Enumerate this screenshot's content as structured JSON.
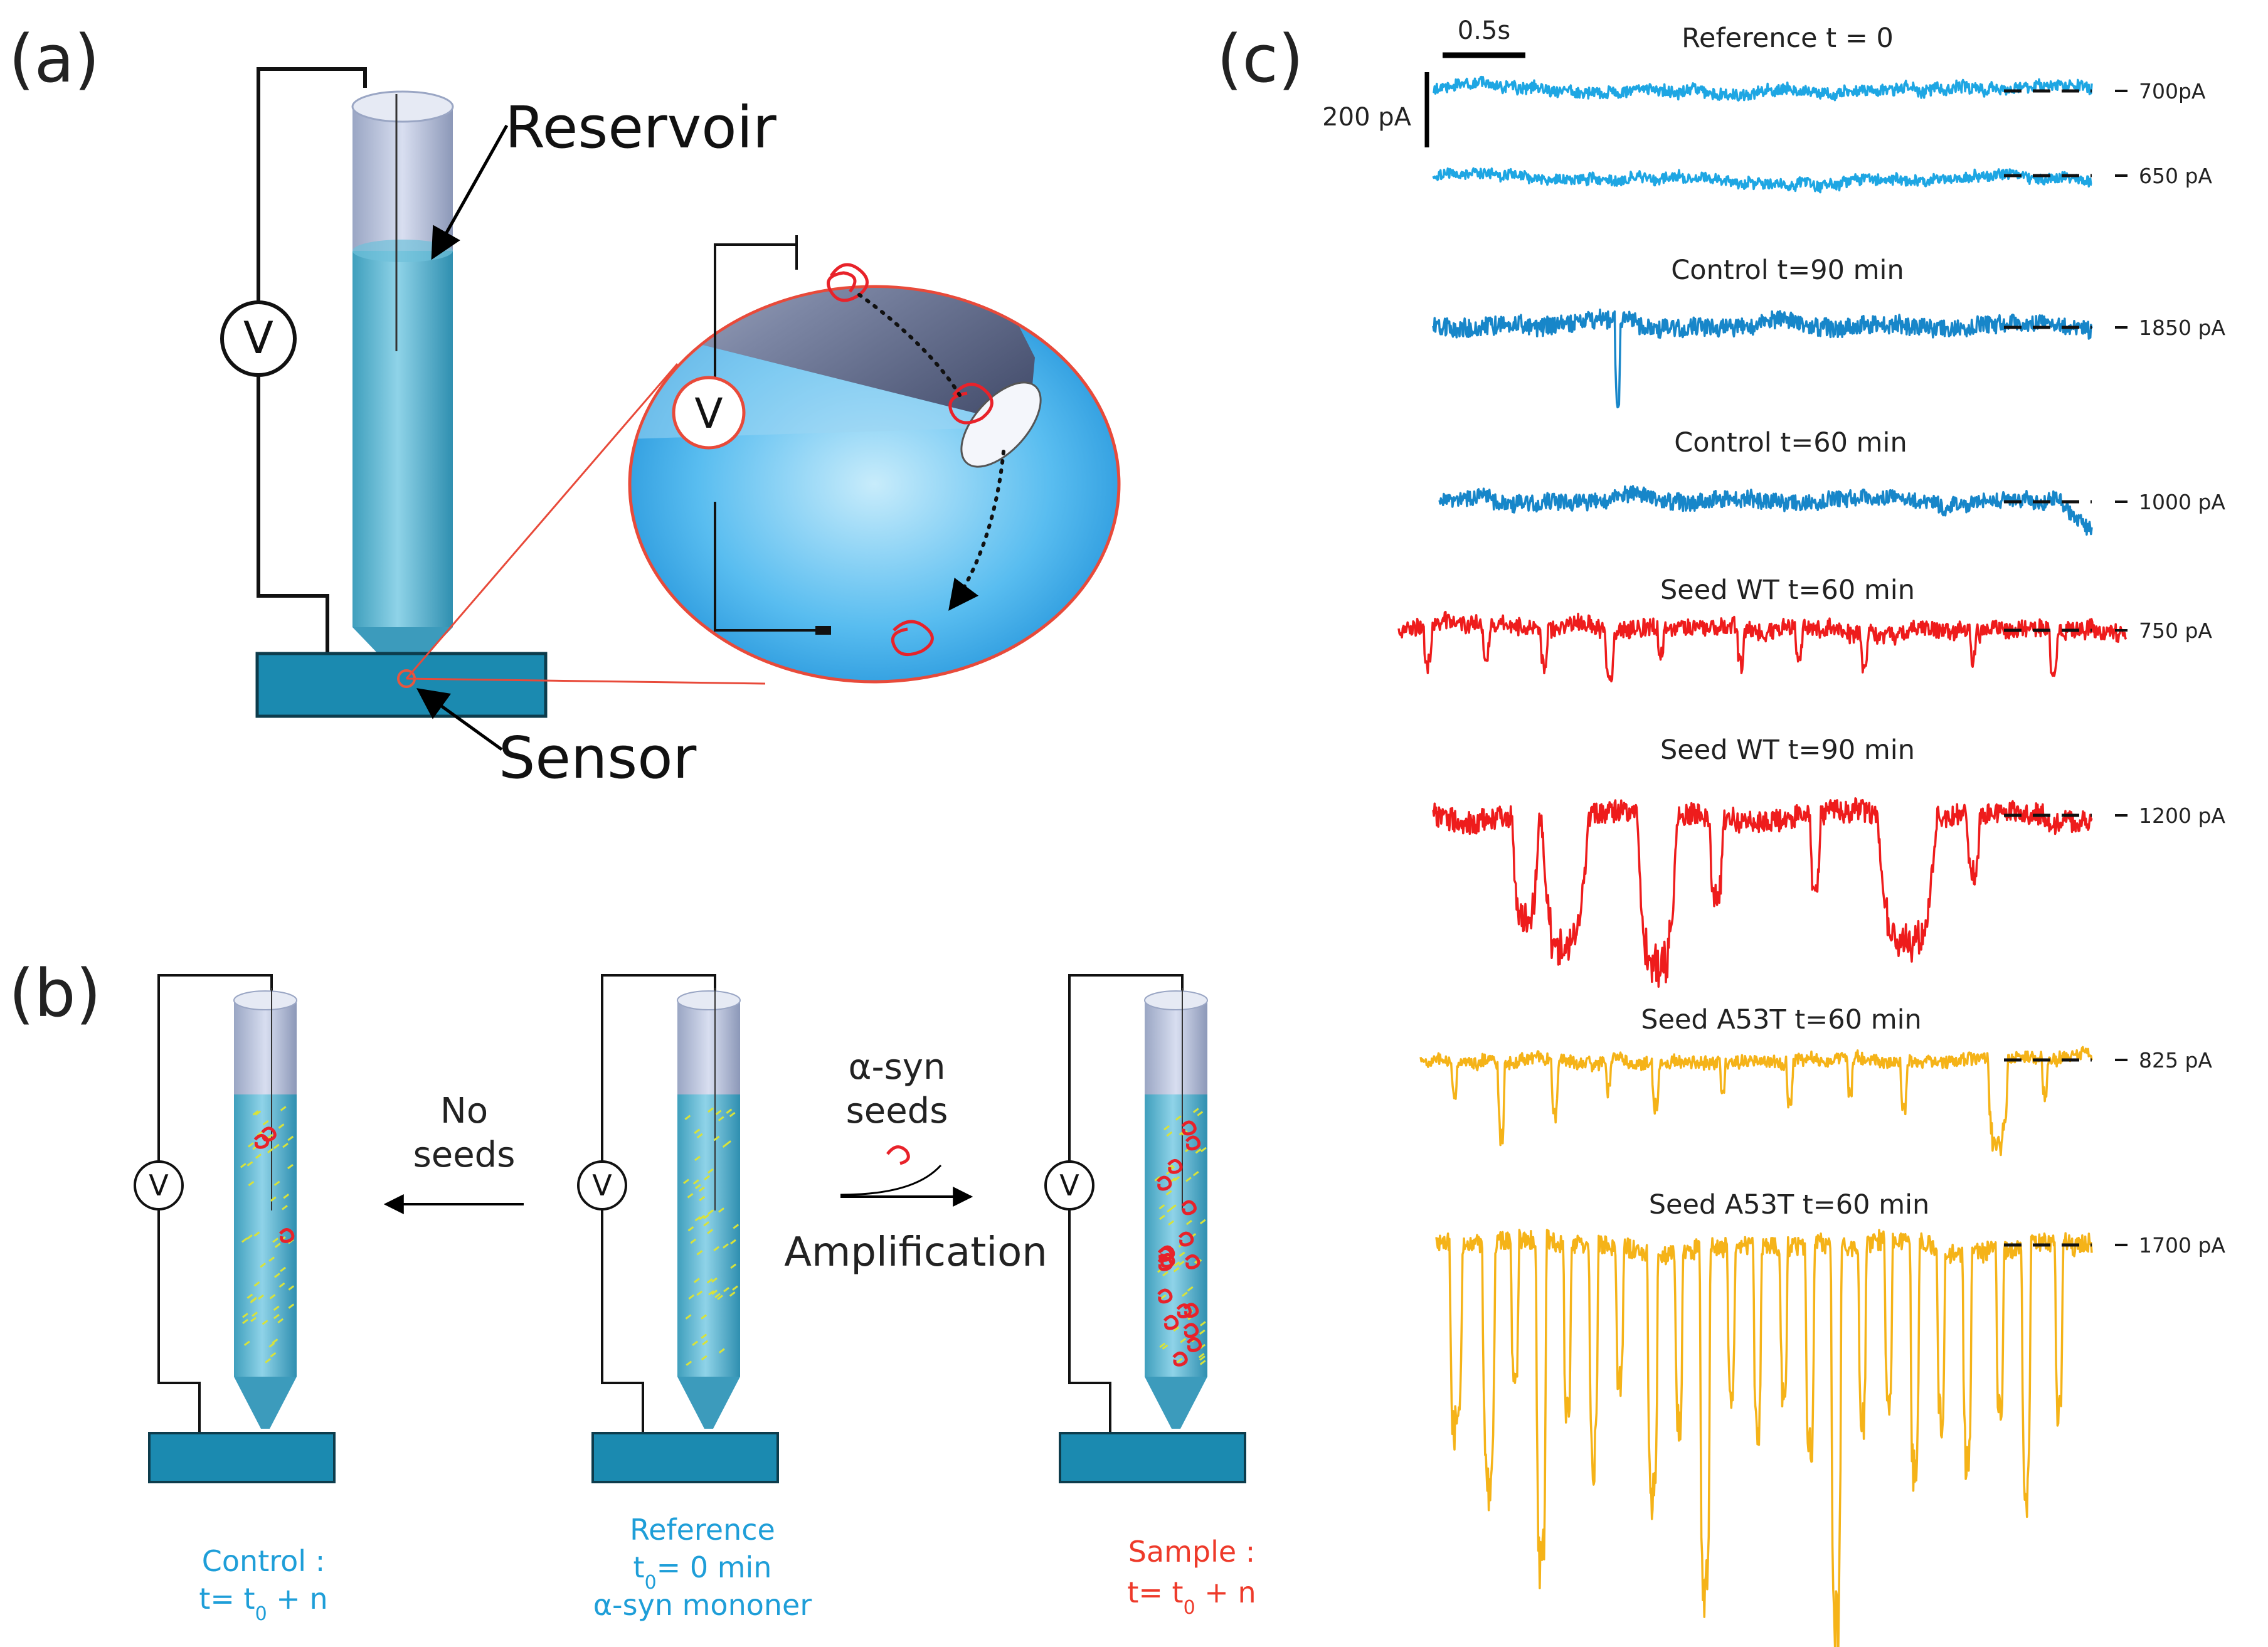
{
  "panels": {
    "a": "(a)",
    "b": "(b)",
    "c": "(c)"
  },
  "panel_a": {
    "reservoir_label": "Reservoir",
    "sensor_label": "Sensor",
    "voltmeter_symbol": "V",
    "zoom_voltmeter_symbol": "V"
  },
  "panel_b": {
    "arrow_left_text_1": "No",
    "arrow_left_text_2": "seeds",
    "arrow_right_text_1": "α-syn",
    "arrow_right_text_2": "seeds",
    "amplification": "Amplification",
    "voltmeter_symbol": "V",
    "control_caption_1": "Control :",
    "control_caption_2": "t= t",
    "control_caption_sub": "0",
    "control_caption_3": " + n",
    "reference_caption_1": "Reference",
    "reference_caption_2": "t",
    "reference_caption_sub": "0",
    "reference_caption_3": "= 0 min",
    "reference_caption_4": "α-syn mononer",
    "sample_caption_1": "Sample :",
    "sample_caption_2": "t= t",
    "sample_caption_sub": "0",
    "sample_caption_3": " + n"
  },
  "panel_c": {
    "time_scale": "0.5s",
    "current_scale": "200 pA",
    "colors": {
      "reference": "#1ea6e3",
      "control": "#1786c9",
      "wt": "#ee1c1c",
      "a53t": "#f5b318"
    },
    "traces": [
      {
        "title": "Reference t = 0",
        "level": "700pA",
        "color": "reference",
        "noise": 9,
        "events": []
      },
      {
        "title": "",
        "level": "650 pA",
        "color": "reference",
        "noise": 8,
        "events": []
      },
      {
        "title": "Control t=90 min",
        "level": "1850 pA",
        "color": "control",
        "noise": 14,
        "events": [
          {
            "t": 0.28,
            "depth": 160,
            "width": 0.004
          }
        ]
      },
      {
        "title": "Control t=60 min",
        "level": "1000 pA",
        "color": "control",
        "noise": 13,
        "events": []
      },
      {
        "title": "Seed WT t=60 min",
        "level": "750 pA",
        "color": "wt",
        "noise": 14,
        "events": [
          {
            "t": 0.04,
            "depth": 70,
            "width": 0.006
          },
          {
            "t": 0.12,
            "depth": 55,
            "width": 0.005
          },
          {
            "t": 0.2,
            "depth": 65,
            "width": 0.005
          },
          {
            "t": 0.29,
            "depth": 80,
            "width": 0.006
          },
          {
            "t": 0.36,
            "depth": 50,
            "width": 0.004
          },
          {
            "t": 0.47,
            "depth": 60,
            "width": 0.005
          },
          {
            "t": 0.55,
            "depth": 55,
            "width": 0.005
          },
          {
            "t": 0.64,
            "depth": 60,
            "width": 0.005
          },
          {
            "t": 0.79,
            "depth": 50,
            "width": 0.004
          },
          {
            "t": 0.9,
            "depth": 80,
            "width": 0.006
          }
        ]
      },
      {
        "title": "Seed WT t=90 min",
        "level": "1200 pA",
        "color": "wt",
        "noise": 18,
        "events": [
          {
            "t": 0.14,
            "depth": 180,
            "width": 0.02
          },
          {
            "t": 0.2,
            "depth": 230,
            "width": 0.035
          },
          {
            "t": 0.34,
            "depth": 260,
            "width": 0.03
          },
          {
            "t": 0.43,
            "depth": 140,
            "width": 0.01
          },
          {
            "t": 0.58,
            "depth": 120,
            "width": 0.008
          },
          {
            "t": 0.72,
            "depth": 230,
            "width": 0.045
          },
          {
            "t": 0.82,
            "depth": 110,
            "width": 0.01
          }
        ]
      },
      {
        "title": "Seed A53T t=60 min",
        "level": "825 pA",
        "color": "a53t",
        "noise": 10,
        "events": [
          {
            "t": 0.05,
            "depth": 60,
            "width": 0.004
          },
          {
            "t": 0.12,
            "depth": 120,
            "width": 0.005
          },
          {
            "t": 0.2,
            "depth": 90,
            "width": 0.005
          },
          {
            "t": 0.28,
            "depth": 60,
            "width": 0.004
          },
          {
            "t": 0.35,
            "depth": 80,
            "width": 0.005
          },
          {
            "t": 0.45,
            "depth": 55,
            "width": 0.004
          },
          {
            "t": 0.55,
            "depth": 70,
            "width": 0.005
          },
          {
            "t": 0.64,
            "depth": 60,
            "width": 0.004
          },
          {
            "t": 0.72,
            "depth": 90,
            "width": 0.005
          },
          {
            "t": 0.86,
            "depth": 150,
            "width": 0.015
          },
          {
            "t": 0.93,
            "depth": 60,
            "width": 0.004
          }
        ]
      },
      {
        "title": "Seed A53T t=60 min",
        "level": "1700 pA",
        "color": "a53t",
        "noise": 16,
        "events": [
          {
            "t": 0.03,
            "depth": 320,
            "width": 0.01
          },
          {
            "t": 0.08,
            "depth": 420,
            "width": 0.01
          },
          {
            "t": 0.12,
            "depth": 260,
            "width": 0.006
          },
          {
            "t": 0.16,
            "depth": 560,
            "width": 0.008
          },
          {
            "t": 0.2,
            "depth": 300,
            "width": 0.006
          },
          {
            "t": 0.24,
            "depth": 380,
            "width": 0.007
          },
          {
            "t": 0.28,
            "depth": 240,
            "width": 0.006
          },
          {
            "t": 0.33,
            "depth": 440,
            "width": 0.008
          },
          {
            "t": 0.37,
            "depth": 300,
            "width": 0.006
          },
          {
            "t": 0.41,
            "depth": 620,
            "width": 0.008
          },
          {
            "t": 0.45,
            "depth": 280,
            "width": 0.006
          },
          {
            "t": 0.49,
            "depth": 340,
            "width": 0.006
          },
          {
            "t": 0.53,
            "depth": 260,
            "width": 0.006
          },
          {
            "t": 0.57,
            "depth": 360,
            "width": 0.007
          },
          {
            "t": 0.61,
            "depth": 700,
            "width": 0.008
          },
          {
            "t": 0.65,
            "depth": 320,
            "width": 0.006
          },
          {
            "t": 0.69,
            "depth": 280,
            "width": 0.006
          },
          {
            "t": 0.73,
            "depth": 420,
            "width": 0.007
          },
          {
            "t": 0.77,
            "depth": 300,
            "width": 0.006
          },
          {
            "t": 0.81,
            "depth": 360,
            "width": 0.007
          },
          {
            "t": 0.86,
            "depth": 280,
            "width": 0.006
          },
          {
            "t": 0.9,
            "depth": 440,
            "width": 0.007
          },
          {
            "t": 0.95,
            "depth": 300,
            "width": 0.006
          }
        ]
      }
    ]
  }
}
